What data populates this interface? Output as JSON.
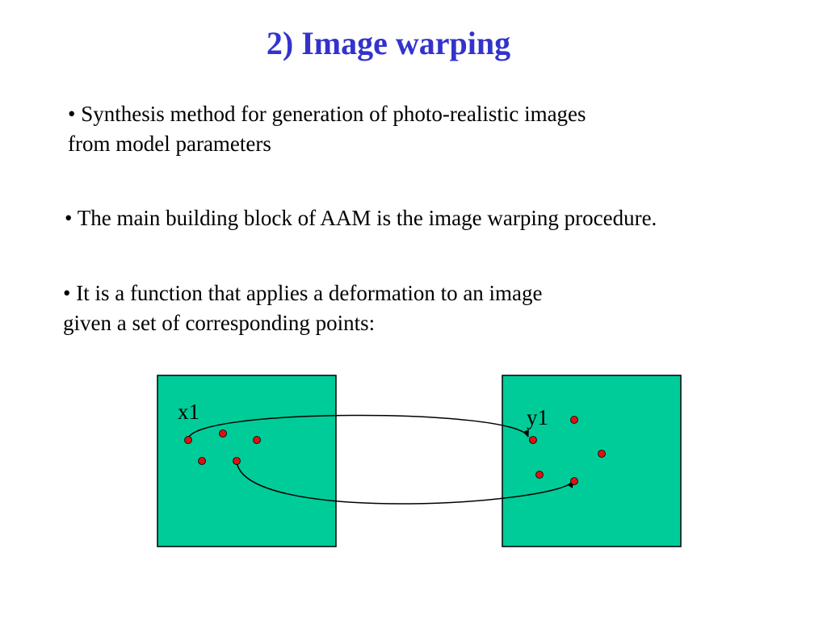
{
  "slide": {
    "title": "2) Image warping",
    "bullets": [
      {
        "line1": "• Synthesis method for generation of photo-realistic images",
        "line2": "from model parameters"
      },
      {
        "line1": "• The main building block of AAM is the image warping procedure."
      },
      {
        "line1": "• It is a function that applies a deformation to an image",
        "line2": "given a set of corresponding points:"
      }
    ]
  },
  "diagram": {
    "source_label": "x1",
    "target_label": "y1",
    "colors": {
      "title": "#3333cc",
      "panel_fill": "#00cc99",
      "panel_stroke": "#000000",
      "point_fill": "#e01010",
      "arrow": "#000000"
    }
  }
}
